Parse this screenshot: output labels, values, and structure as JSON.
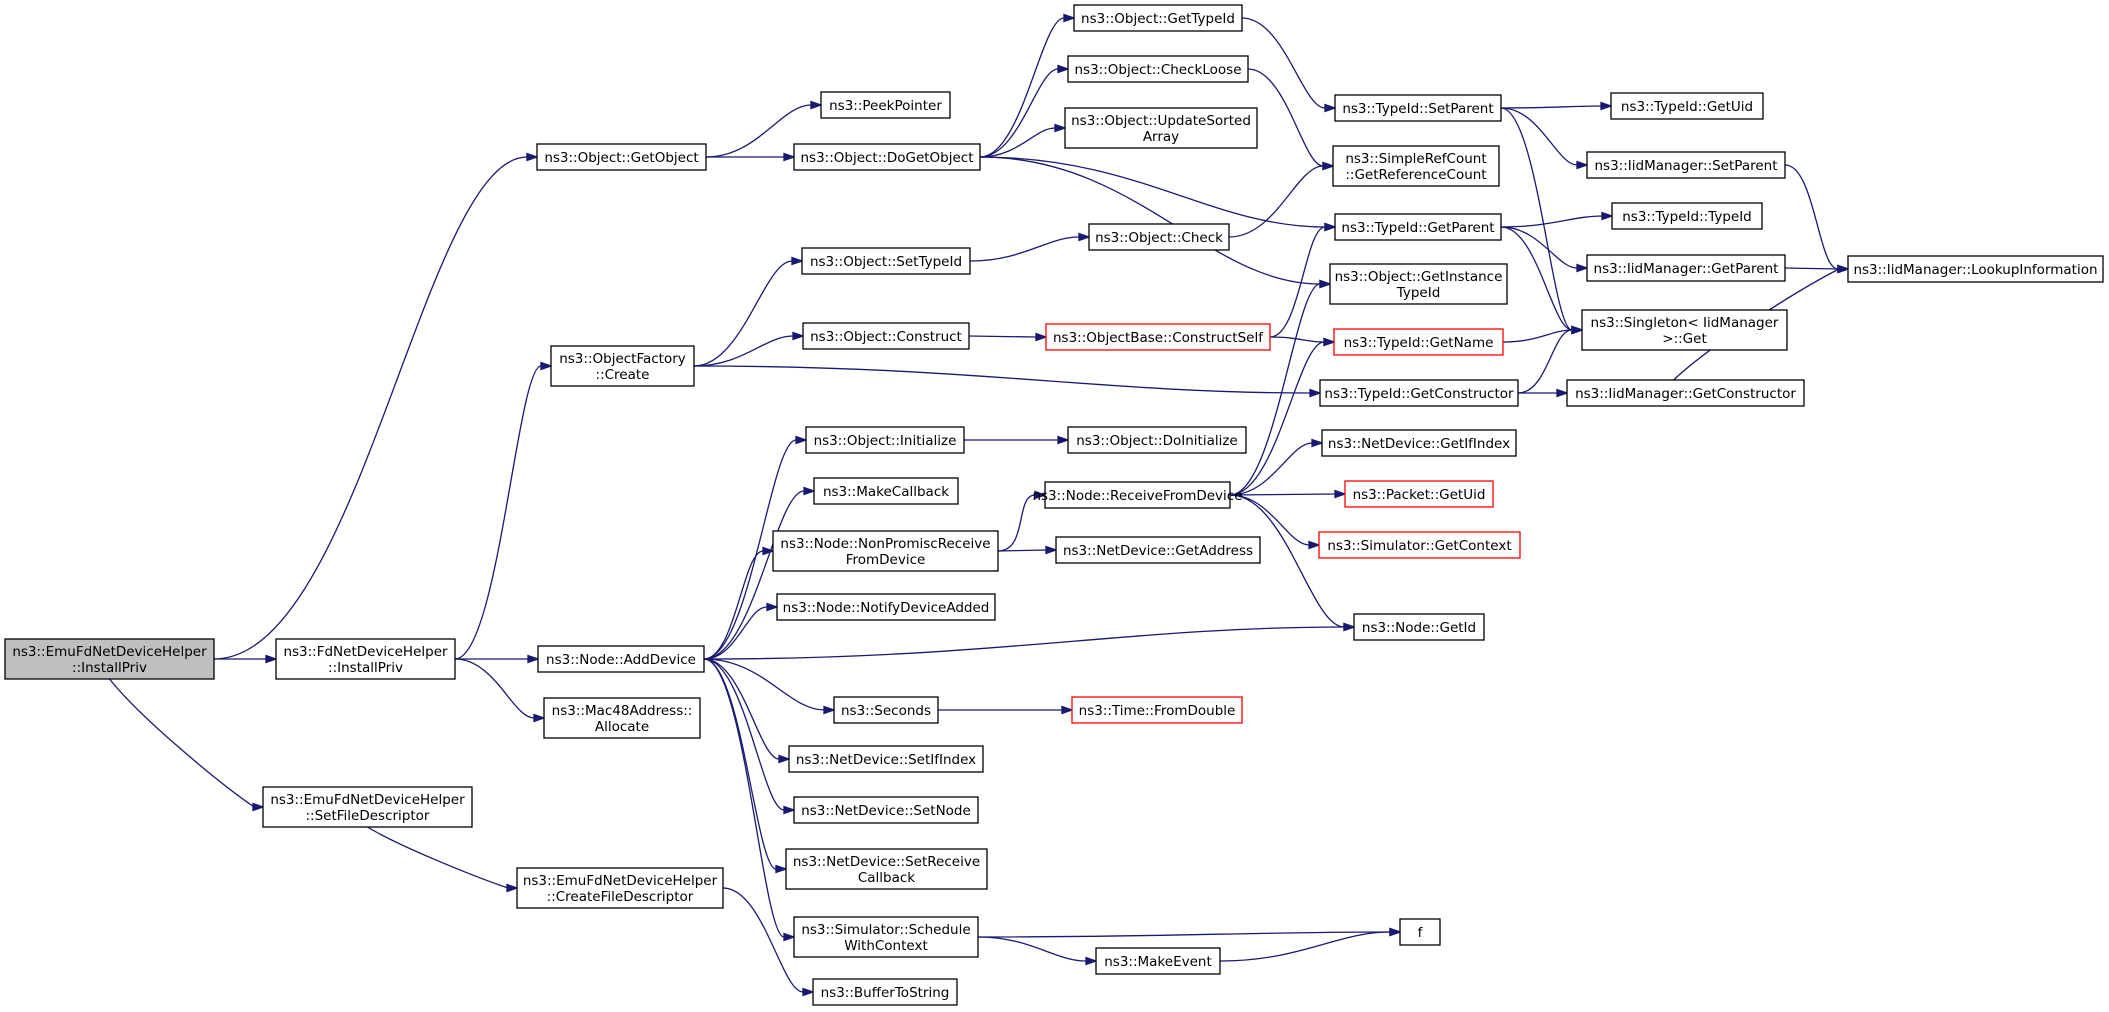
{
  "colors": {
    "edge": "#191970",
    "node_border": "#000000",
    "node_border_truncated": "#ff0000",
    "node_fill": "#ffffff",
    "root_fill": "#bfbfbf"
  },
  "graph": {
    "nodes": [
      {
        "id": "root",
        "lines": [
          "ns3::EmuFdNetDeviceHelper",
          "::InstallPriv"
        ],
        "root": true
      },
      {
        "id": "fd_install",
        "lines": [
          "ns3::FdNetDeviceHelper",
          "::InstallPriv"
        ]
      },
      {
        "id": "emu_setfd",
        "lines": [
          "ns3::EmuFdNetDeviceHelper",
          "::SetFileDescriptor"
        ]
      },
      {
        "id": "emu_createfd",
        "lines": [
          "ns3::EmuFdNetDeviceHelper",
          "::CreateFileDescriptor"
        ]
      },
      {
        "id": "buffer2str",
        "lines": [
          "ns3::BufferToString"
        ]
      },
      {
        "id": "getobject",
        "lines": [
          "ns3::Object::GetObject"
        ]
      },
      {
        "id": "objfactory",
        "lines": [
          "ns3::ObjectFactory",
          "::Create"
        ]
      },
      {
        "id": "addDevice",
        "lines": [
          "ns3::Node::AddDevice"
        ]
      },
      {
        "id": "mac48",
        "lines": [
          "ns3::Mac48Address::",
          "Allocate"
        ]
      },
      {
        "id": "peek",
        "lines": [
          "ns3::PeekPointer"
        ]
      },
      {
        "id": "dogetobject",
        "lines": [
          "ns3::Object::DoGetObject"
        ]
      },
      {
        "id": "settypeid",
        "lines": [
          "ns3::Object::SetTypeId"
        ]
      },
      {
        "id": "construct",
        "lines": [
          "ns3::Object::Construct"
        ]
      },
      {
        "id": "initialize",
        "lines": [
          "ns3::Object::Initialize"
        ]
      },
      {
        "id": "makecb",
        "lines": [
          "ns3::MakeCallback"
        ]
      },
      {
        "id": "nonpromisc",
        "lines": [
          "ns3::Node::NonPromiscReceive",
          "FromDevice"
        ]
      },
      {
        "id": "notifyadded",
        "lines": [
          "ns3::Node::NotifyDeviceAdded"
        ]
      },
      {
        "id": "seconds",
        "lines": [
          "ns3::Seconds"
        ]
      },
      {
        "id": "setifindex",
        "lines": [
          "ns3::NetDevice::SetIfIndex"
        ]
      },
      {
        "id": "setnode",
        "lines": [
          "ns3::NetDevice::SetNode"
        ]
      },
      {
        "id": "setrecvcb",
        "lines": [
          "ns3::NetDevice::SetReceive",
          "Callback"
        ]
      },
      {
        "id": "schedctx",
        "lines": [
          "ns3::Simulator::Schedule",
          "WithContext"
        ]
      },
      {
        "id": "gettypeid",
        "lines": [
          "ns3::Object::GetTypeId"
        ]
      },
      {
        "id": "checkloose",
        "lines": [
          "ns3::Object::CheckLoose"
        ]
      },
      {
        "id": "updatesorted",
        "lines": [
          "ns3::Object::UpdateSorted",
          "Array"
        ]
      },
      {
        "id": "check",
        "lines": [
          "ns3::Object::Check"
        ]
      },
      {
        "id": "constructself",
        "lines": [
          "ns3::ObjectBase::ConstructSelf"
        ],
        "truncated": true
      },
      {
        "id": "doinit",
        "lines": [
          "ns3::Object::DoInitialize"
        ]
      },
      {
        "id": "recvfromdev",
        "lines": [
          "ns3::Node::ReceiveFromDevice"
        ]
      },
      {
        "id": "getaddress",
        "lines": [
          "ns3::NetDevice::GetAddress"
        ]
      },
      {
        "id": "fromdouble",
        "lines": [
          "ns3::Time::FromDouble"
        ],
        "truncated": true
      },
      {
        "id": "makeevent",
        "lines": [
          "ns3::MakeEvent"
        ]
      },
      {
        "id": "tid_setparent",
        "lines": [
          "ns3::TypeId::SetParent"
        ]
      },
      {
        "id": "simplerefcount",
        "lines": [
          "ns3::SimpleRefCount",
          "::GetReferenceCount"
        ]
      },
      {
        "id": "tid_getparent",
        "lines": [
          "ns3::TypeId::GetParent"
        ]
      },
      {
        "id": "getinstancetid",
        "lines": [
          "ns3::Object::GetInstance",
          "TypeId"
        ]
      },
      {
        "id": "tid_getname",
        "lines": [
          "ns3::TypeId::GetName"
        ],
        "truncated": true
      },
      {
        "id": "tid_getctor",
        "lines": [
          "ns3::TypeId::GetConstructor"
        ]
      },
      {
        "id": "getifindex",
        "lines": [
          "ns3::NetDevice::GetIfIndex"
        ]
      },
      {
        "id": "packet_getuid",
        "lines": [
          "ns3::Packet::GetUid"
        ],
        "truncated": true
      },
      {
        "id": "sim_getctx",
        "lines": [
          "ns3::Simulator::GetContext"
        ],
        "truncated": true
      },
      {
        "id": "node_getid",
        "lines": [
          "ns3::Node::GetId"
        ]
      },
      {
        "id": "f",
        "lines": [
          "f"
        ]
      },
      {
        "id": "tid_getuid",
        "lines": [
          "ns3::TypeId::GetUid"
        ]
      },
      {
        "id": "iid_setparent",
        "lines": [
          "ns3::IidManager::SetParent"
        ]
      },
      {
        "id": "tid_typeid",
        "lines": [
          "ns3::TypeId::TypeId"
        ]
      },
      {
        "id": "iid_getparent",
        "lines": [
          "ns3::IidManager::GetParent"
        ]
      },
      {
        "id": "singleton",
        "lines": [
          "ns3::Singleton< IidManager",
          " >::Get"
        ]
      },
      {
        "id": "iid_getctor",
        "lines": [
          "ns3::IidManager::GetConstructor"
        ]
      },
      {
        "id": "iid_lookup",
        "lines": [
          "ns3::IidManager::LookupInformation"
        ]
      }
    ]
  }
}
